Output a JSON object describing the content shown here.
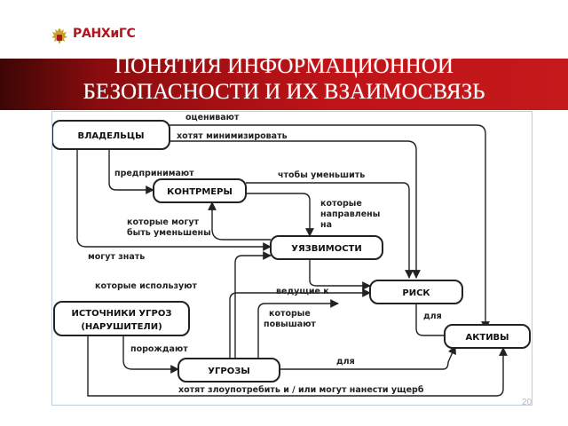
{
  "logo": {
    "name": "РАНХиГС",
    "subtitle": "",
    "emblem": "double-headed-eagle-emblem"
  },
  "title": {
    "line1": "ПОНЯТИЯ ИНФОРМАЦИОННОЙ",
    "line2": "БЕЗОПАСНОСТИ И ИХ ВЗАИМОСВЯЗЬ"
  },
  "colors": {
    "title_band": "#c01418",
    "title_band_dark": "#3e0606",
    "logo_red": "#b0141e"
  },
  "diagram": {
    "nodes": {
      "owners": "ВЛАДЕЛЬЦЫ",
      "countermeasures": "КОНТРМЕРЫ",
      "vulnerabilities": "УЯЗВИМОСТИ",
      "risk": "РИСК",
      "threat_sources_line1": "ИСТОЧНИКИ УГРОЗ",
      "threat_sources_line2": "(НАРУШИТЕЛИ)",
      "threats": "УГРОЗЫ",
      "assets": "АКТИВЫ"
    },
    "labels": {
      "value": "оценивают",
      "minimize": "хотят минимизировать",
      "undertake": "предпринимают",
      "to_reduce": "чтобы уменьшить",
      "directed_1": "которые",
      "directed_2": "направлены",
      "directed_3": "на",
      "reducible_1": "которые могут",
      "reducible_2": "быть уменьшены",
      "may_know": "могут знать",
      "exploit": "которые используют",
      "lead_to": "ведущие к",
      "increase_1": "которые",
      "increase_2": "повышают",
      "for_risk": "для",
      "generate": "порождают",
      "for_threats": "для",
      "abuse": "хотят злоупотребить и / или могут нанести ущерб"
    }
  },
  "page_number": "20"
}
